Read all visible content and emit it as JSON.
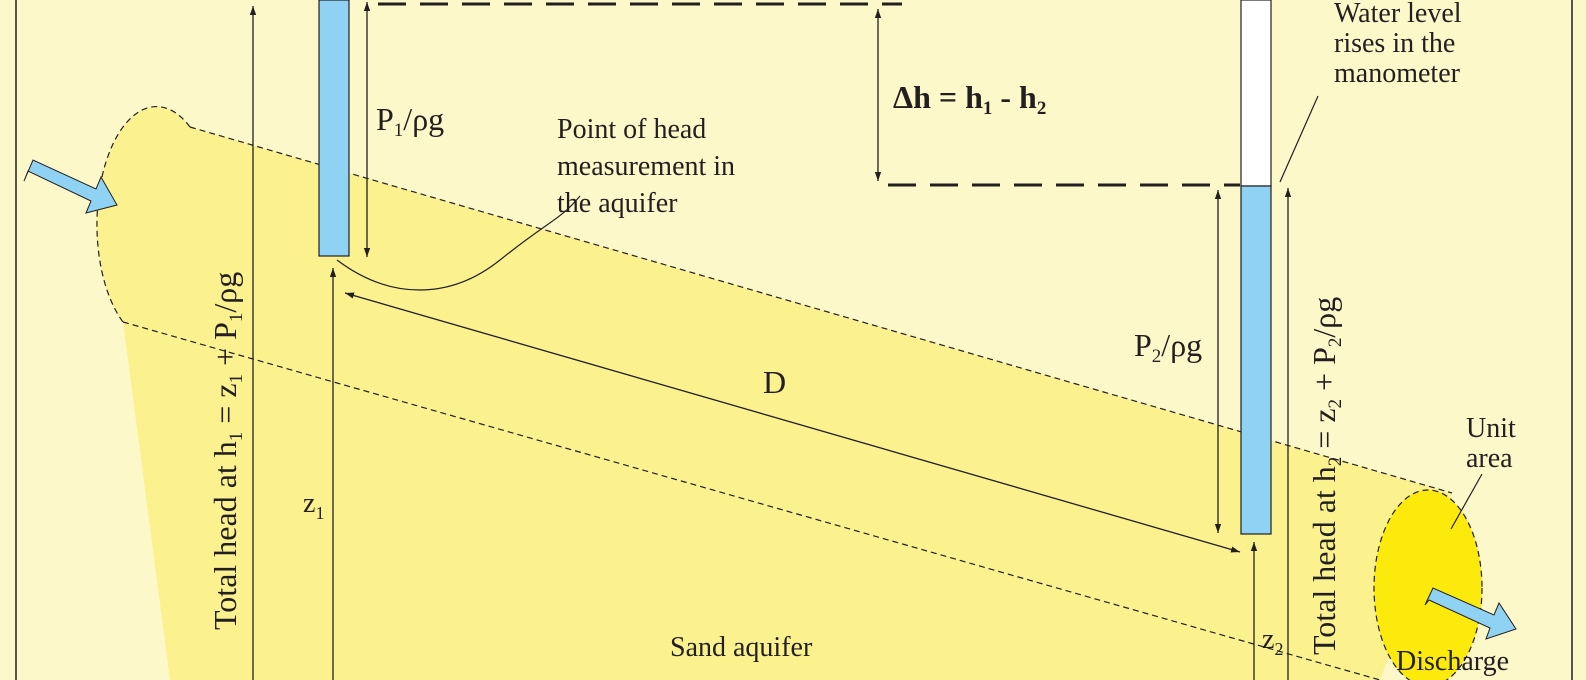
{
  "colors": {
    "background": "#fdf8c9",
    "aquifer": "#fbf28f",
    "unit_area": "#fcea0c",
    "water": "#8fd2f4",
    "arrow_fill": "#8fd2f4",
    "ink": "#231f20"
  },
  "labels": {
    "water_level_line1": "Water level",
    "water_level_line2": "rises in the",
    "water_level_line3": "manometer",
    "point_line1": "Point of head",
    "point_line2": "measurement in",
    "point_line3": "the aquifer",
    "unit_area_line1": "Unit",
    "unit_area_line2": "area",
    "sand_aquifer": "Sand aquifer",
    "discharge": "Discharge",
    "distance": "D"
  },
  "formulas": {
    "delta_h": {
      "a": "Δh = h",
      "b": "1",
      "c": " - h",
      "d": "2"
    },
    "p1": {
      "a": "P",
      "b": "1",
      "c": "/ρg"
    },
    "p2": {
      "a": "P",
      "b": "2",
      "c": "/ρg"
    },
    "z1": {
      "a": "z",
      "b": "1"
    },
    "z2": {
      "a": "z",
      "b": "2"
    },
    "total1": {
      "a": "Total head at h",
      "b": "1",
      "c": " = z",
      "d": "1",
      "e": " + P",
      "f": "1",
      "g": "/ρg"
    },
    "total2": {
      "a": "Total head at h",
      "b": "2",
      "c": " = z",
      "d": "2",
      "e": " + P",
      "f": "2",
      "g": "/ρg"
    }
  }
}
